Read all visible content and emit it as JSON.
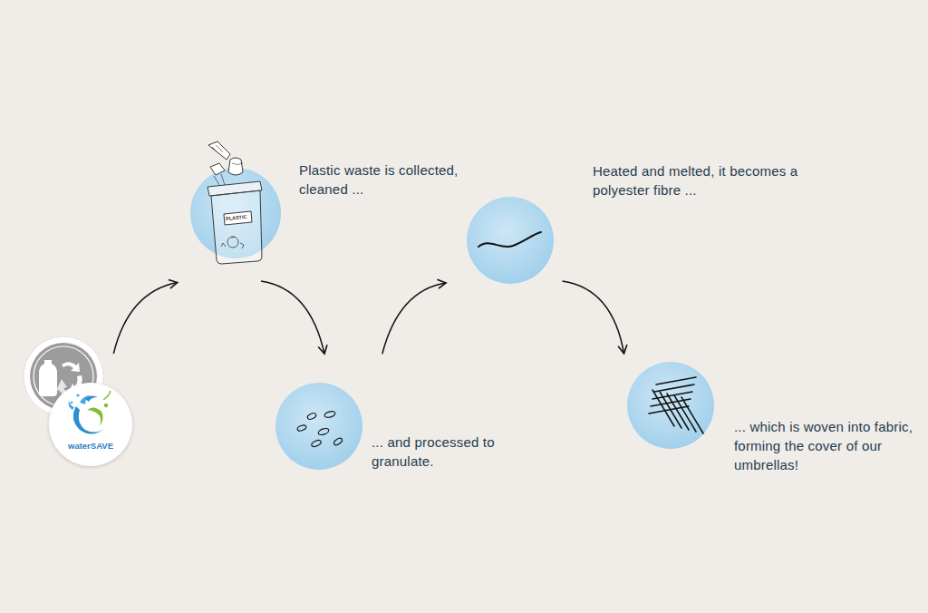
{
  "diagram": {
    "nodes": [
      {
        "text": [
          "waterSAVE"
        ]
      },
      {
        "text": [
          "Plastic waste is collected, cleaned ..."
        ]
      },
      {
        "text": [
          "... and processed to granulate."
        ]
      },
      {
        "text": [
          "Heated and melted, it becomes a polyester fibre ..."
        ]
      },
      {
        "text": [
          "... which is woven into fabric, forming the cover of our umbrellas!"
        ]
      }
    ],
    "edges": [
      {
        "from": 0,
        "to": 1,
        "arrow": "to"
      },
      {
        "from": 1,
        "to": 2,
        "arrow": "to"
      },
      {
        "from": 2,
        "to": 3,
        "arrow": "to"
      },
      {
        "from": 3,
        "to": 4,
        "arrow": "to"
      }
    ],
    "labels": [
      "PLASTIC"
    ]
  }
}
